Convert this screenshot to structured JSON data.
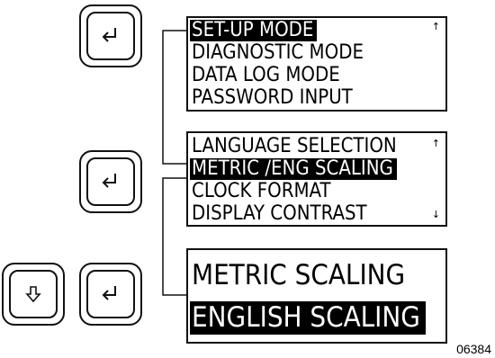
{
  "keys": {
    "enter_icon": "enter-arrow-icon",
    "down_icon": "down-arrow-icon"
  },
  "screen1": {
    "rows": [
      "SET-UP MODE",
      "DIAGNOSTIC MODE",
      "DATA LOG MODE",
      "PASSWORD INPUT"
    ],
    "selected_index": 0,
    "scroll_up": "↑"
  },
  "screen2": {
    "rows": [
      "LANGUAGE  SELECTION",
      "METRIC /ENG  SCALING",
      "CLOCK FORMAT",
      "DISPLAY  CONTRAST"
    ],
    "selected_index": 1,
    "scroll_up": "↑",
    "scroll_down": "↓"
  },
  "screen3": {
    "rows": [
      "METRIC SCALING",
      "ENGLISH SCALING"
    ],
    "selected_index": 1
  },
  "figure_number": "06384"
}
